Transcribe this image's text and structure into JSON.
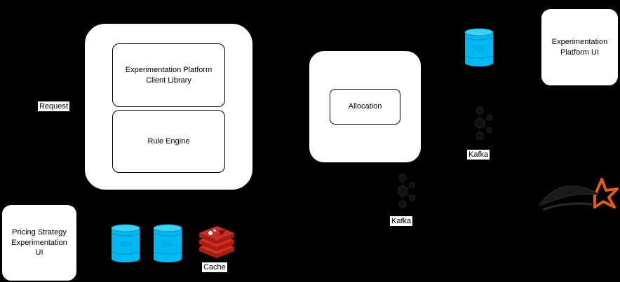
{
  "diagram": {
    "request_label": "Request",
    "main_service": {
      "client_library": "Experimentation Platform Client Library",
      "rule_engine": "Rule Engine"
    },
    "allocation_service": {
      "allocation": "Allocation"
    },
    "experimentation_ui": "Experimentation Platform UI",
    "pricing_ui": "Pricing Strategy Experimentation UI",
    "kafka_label_right": "Kafka",
    "kafka_label_bottom": "Kafka",
    "cache_label": "Cache",
    "db_icon_text": "SQL"
  },
  "colors": {
    "background": "#000000",
    "db_fill": "#00B9F2",
    "redis": "#C6302B",
    "spark_orange": "#E25A1C"
  }
}
